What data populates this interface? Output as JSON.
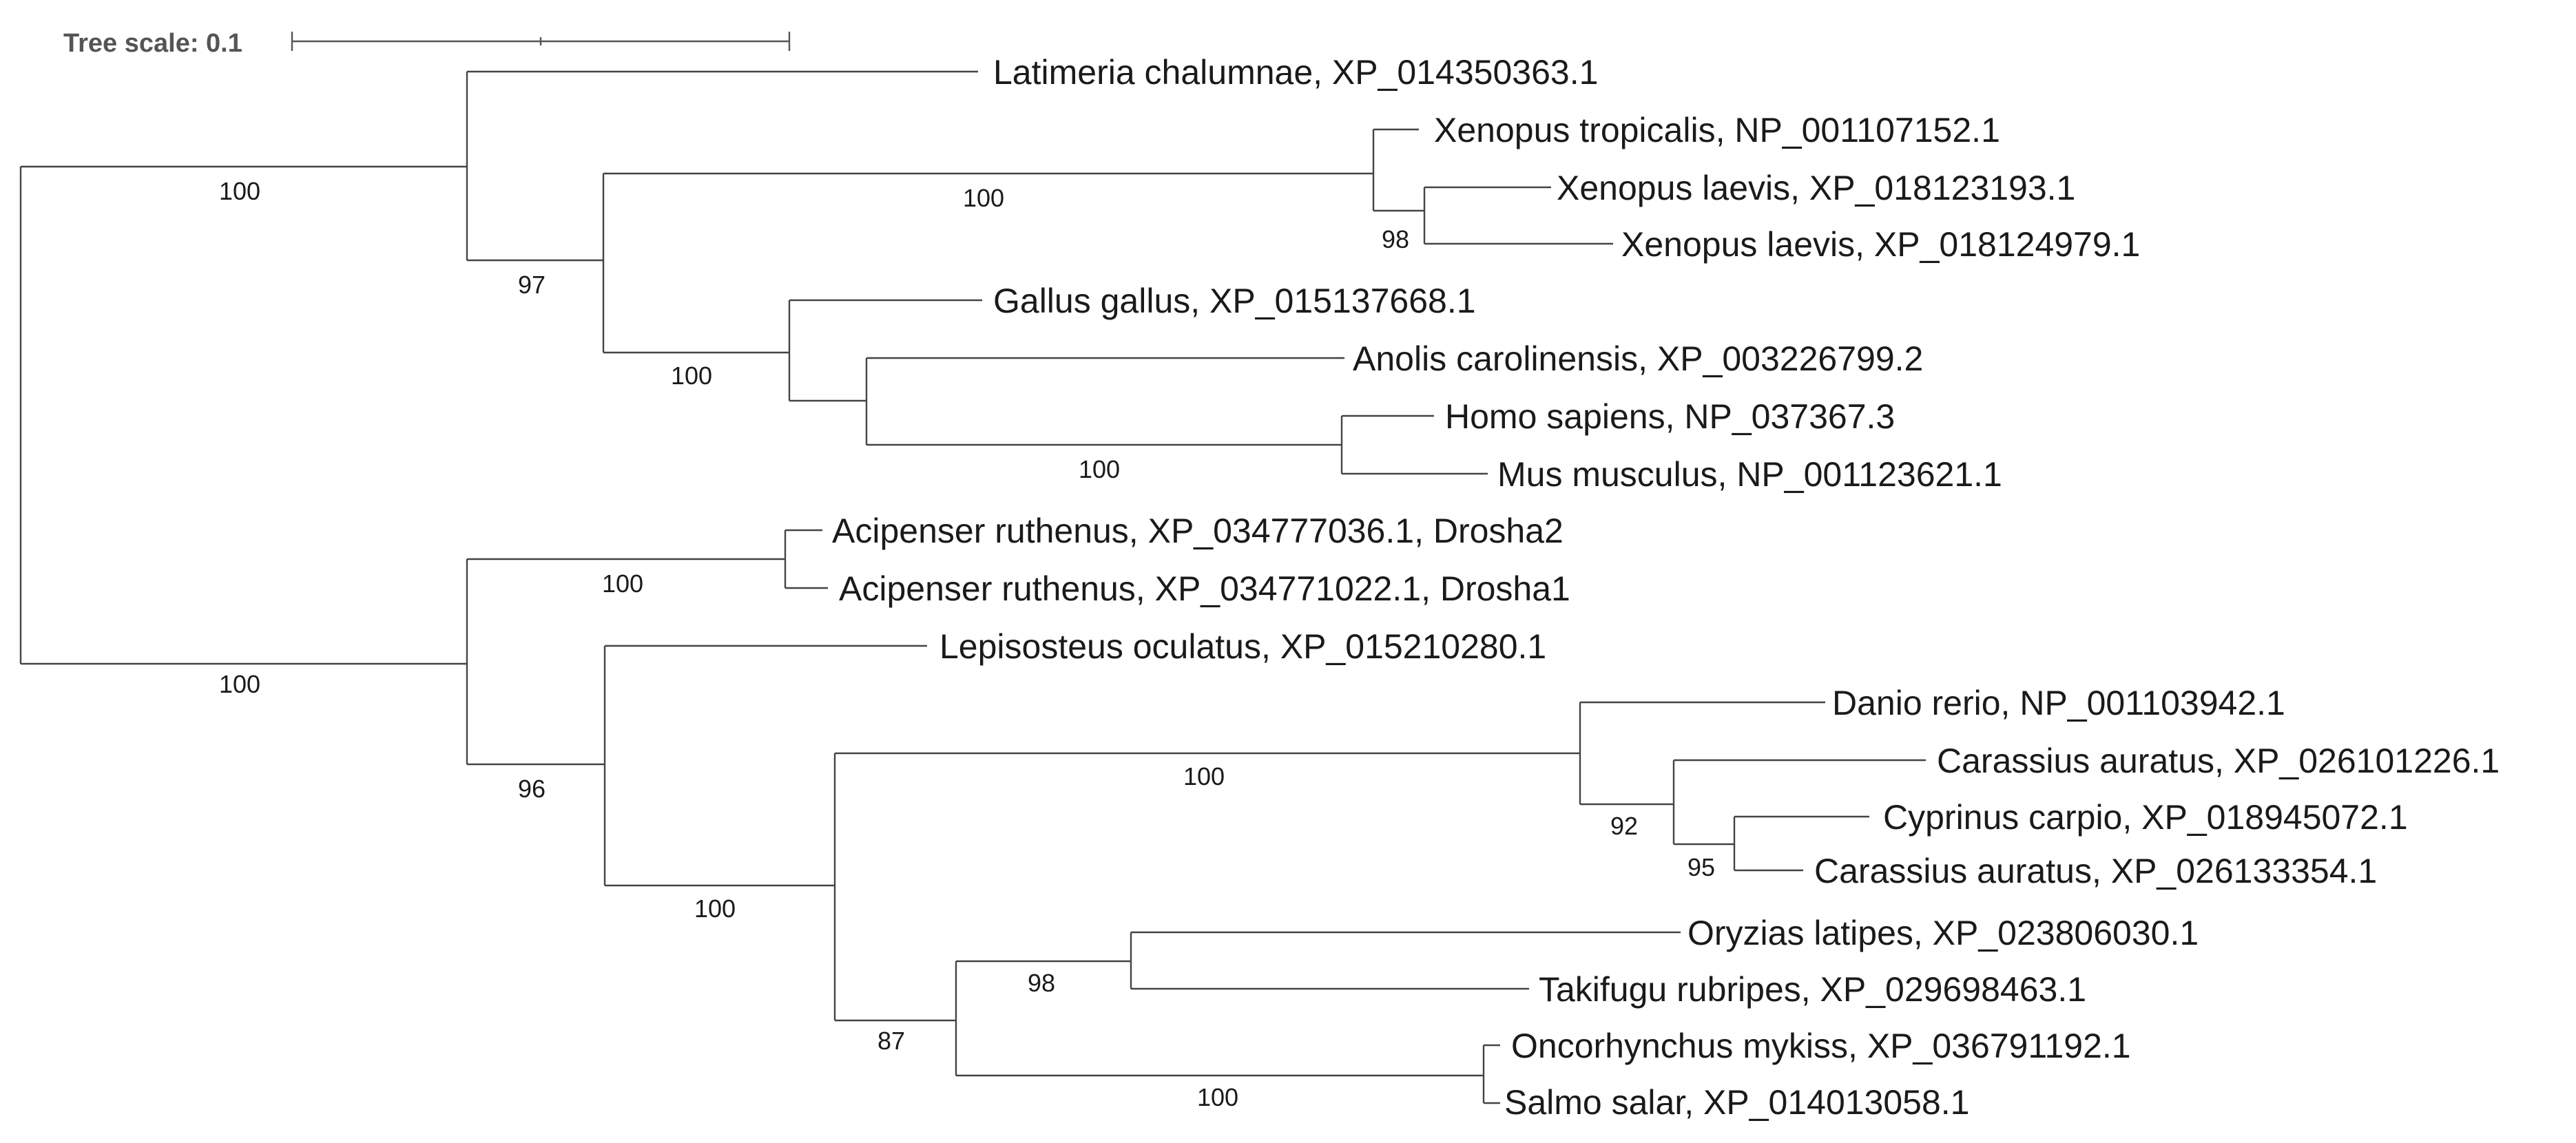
{
  "scale": {
    "label": "Tree scale: 0.1",
    "value": 0.1
  },
  "leaves": [
    {
      "id": "L1",
      "label": "Latimeria chalumnae, XP_014350363.1"
    },
    {
      "id": "L2",
      "label": "Xenopus tropicalis, NP_001107152.1"
    },
    {
      "id": "L3",
      "label": "Xenopus laevis, XP_018123193.1"
    },
    {
      "id": "L4",
      "label": "Xenopus laevis, XP_018124979.1"
    },
    {
      "id": "L5",
      "label": "Gallus gallus, XP_015137668.1"
    },
    {
      "id": "L6",
      "label": "Anolis carolinensis, XP_003226799.2"
    },
    {
      "id": "L7",
      "label": "Homo sapiens, NP_037367.3"
    },
    {
      "id": "L8",
      "label": "Mus musculus, NP_001123621.1"
    },
    {
      "id": "L9",
      "label": "Acipenser ruthenus, XP_034777036.1, Drosha2"
    },
    {
      "id": "L10",
      "label": "Acipenser ruthenus, XP_034771022.1, Drosha1"
    },
    {
      "id": "L11",
      "label": "Lepisosteus oculatus, XP_015210280.1"
    },
    {
      "id": "L12",
      "label": "Danio rerio, NP_001103942.1"
    },
    {
      "id": "L13",
      "label": "Carassius auratus, XP_026101226.1"
    },
    {
      "id": "L14",
      "label": "Cyprinus carpio, XP_018945072.1"
    },
    {
      "id": "L15",
      "label": "Carassius auratus, XP_026133354.1"
    },
    {
      "id": "L16",
      "label": "Oryzias latipes, XP_023806030.1"
    },
    {
      "id": "L17",
      "label": "Takifugu rubripes, XP_029698463.1"
    },
    {
      "id": "L18",
      "label": "Oncorhynchus mykiss, XP_036791192.1"
    },
    {
      "id": "L19",
      "label": "Salmo salar, XP_014013058.1"
    }
  ],
  "supports": [
    {
      "node": "root-top",
      "value": "100"
    },
    {
      "node": "root-bottom",
      "value": "100"
    },
    {
      "node": "tetrapod",
      "value": "97"
    },
    {
      "node": "xenopus",
      "value": "100"
    },
    {
      "node": "xenopus-laevis",
      "value": "98"
    },
    {
      "node": "amniote",
      "value": "100"
    },
    {
      "node": "mammal",
      "value": "100"
    },
    {
      "node": "acipenser",
      "value": "100"
    },
    {
      "node": "neopterygii",
      "value": "96"
    },
    {
      "node": "teleost",
      "value": "100"
    },
    {
      "node": "cyprinid",
      "value": "100"
    },
    {
      "node": "carassius-cyprinus",
      "value": "92"
    },
    {
      "node": "cyprinus-carassius",
      "value": "95"
    },
    {
      "node": "percomorph-salmonid",
      "value": "87"
    },
    {
      "node": "percomorph",
      "value": "98"
    },
    {
      "node": "salmonid",
      "value": "100"
    }
  ]
}
